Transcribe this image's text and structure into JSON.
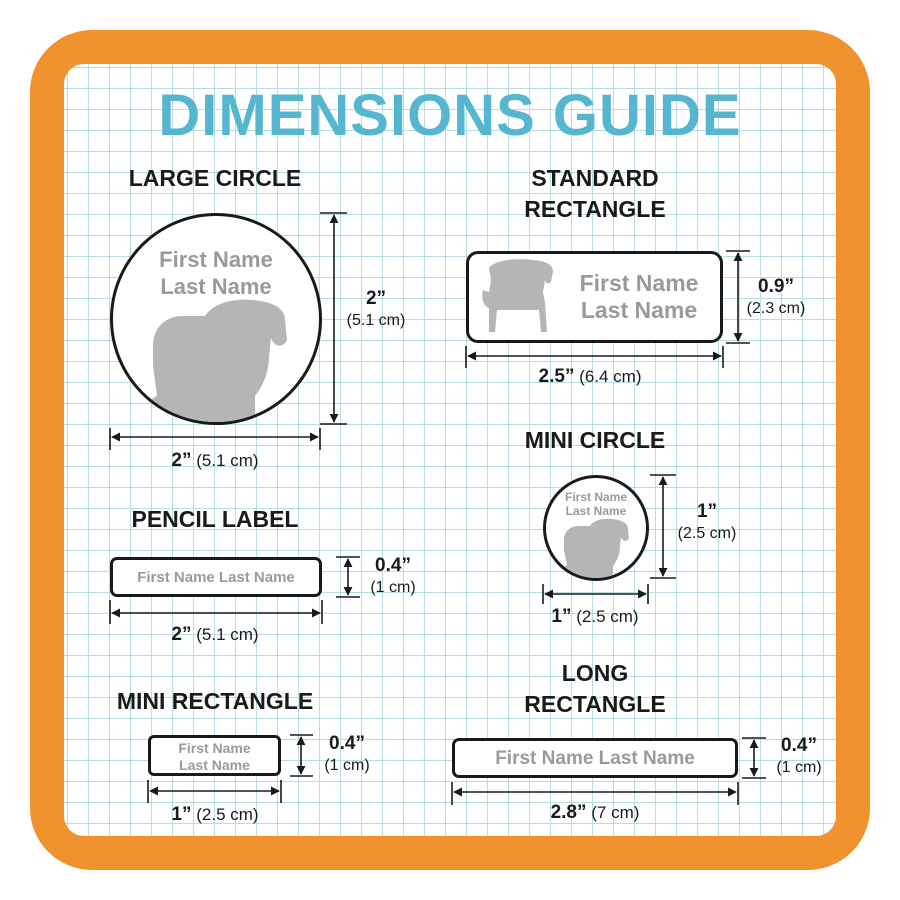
{
  "title": "DIMENSIONS GUIDE",
  "name_line1": "First Name",
  "name_line2": "Last Name",
  "name_full": "First Name Last Name",
  "labels": {
    "large_circle": {
      "title": "LARGE CIRCLE",
      "width_in": "2”",
      "width_cm": "(5.1 cm)",
      "height_in": "2”",
      "height_cm": "(5.1 cm)"
    },
    "standard_rectangle": {
      "title_line1": "STANDARD",
      "title_line2": "RECTANGLE",
      "width_in": "2.5”",
      "width_cm": "(6.4 cm)",
      "height_in": "0.9”",
      "height_cm": "(2.3 cm)"
    },
    "mini_circle": {
      "title": "MINI CIRCLE",
      "width_in": "1”",
      "width_cm": "(2.5 cm)",
      "height_in": "1”",
      "height_cm": "(2.5 cm)"
    },
    "pencil_label": {
      "title": "PENCIL LABEL",
      "width_in": "2”",
      "width_cm": "(5.1 cm)",
      "height_in": "0.4”",
      "height_cm": "(1 cm)"
    },
    "mini_rectangle": {
      "title": "MINI RECTANGLE",
      "width_in": "1”",
      "width_cm": "(2.5 cm)",
      "height_in": "0.4”",
      "height_cm": "(1 cm)"
    },
    "long_rectangle": {
      "title_line1": "LONG",
      "title_line2": "RECTANGLE",
      "width_in": "2.8”",
      "width_cm": "(7 cm)",
      "height_in": "0.4”",
      "height_cm": "(1 cm)"
    }
  },
  "colors": {
    "frame": "#f0922e",
    "title": "#55b6cf",
    "grid": "#b9dde2",
    "silhouette": "#b5b5b5",
    "name_text": "#9a9a9a"
  },
  "icons": {
    "pet_silhouette": "dog-silhouette-icon",
    "chair_silhouette": "dog-on-chair-silhouette-icon"
  }
}
